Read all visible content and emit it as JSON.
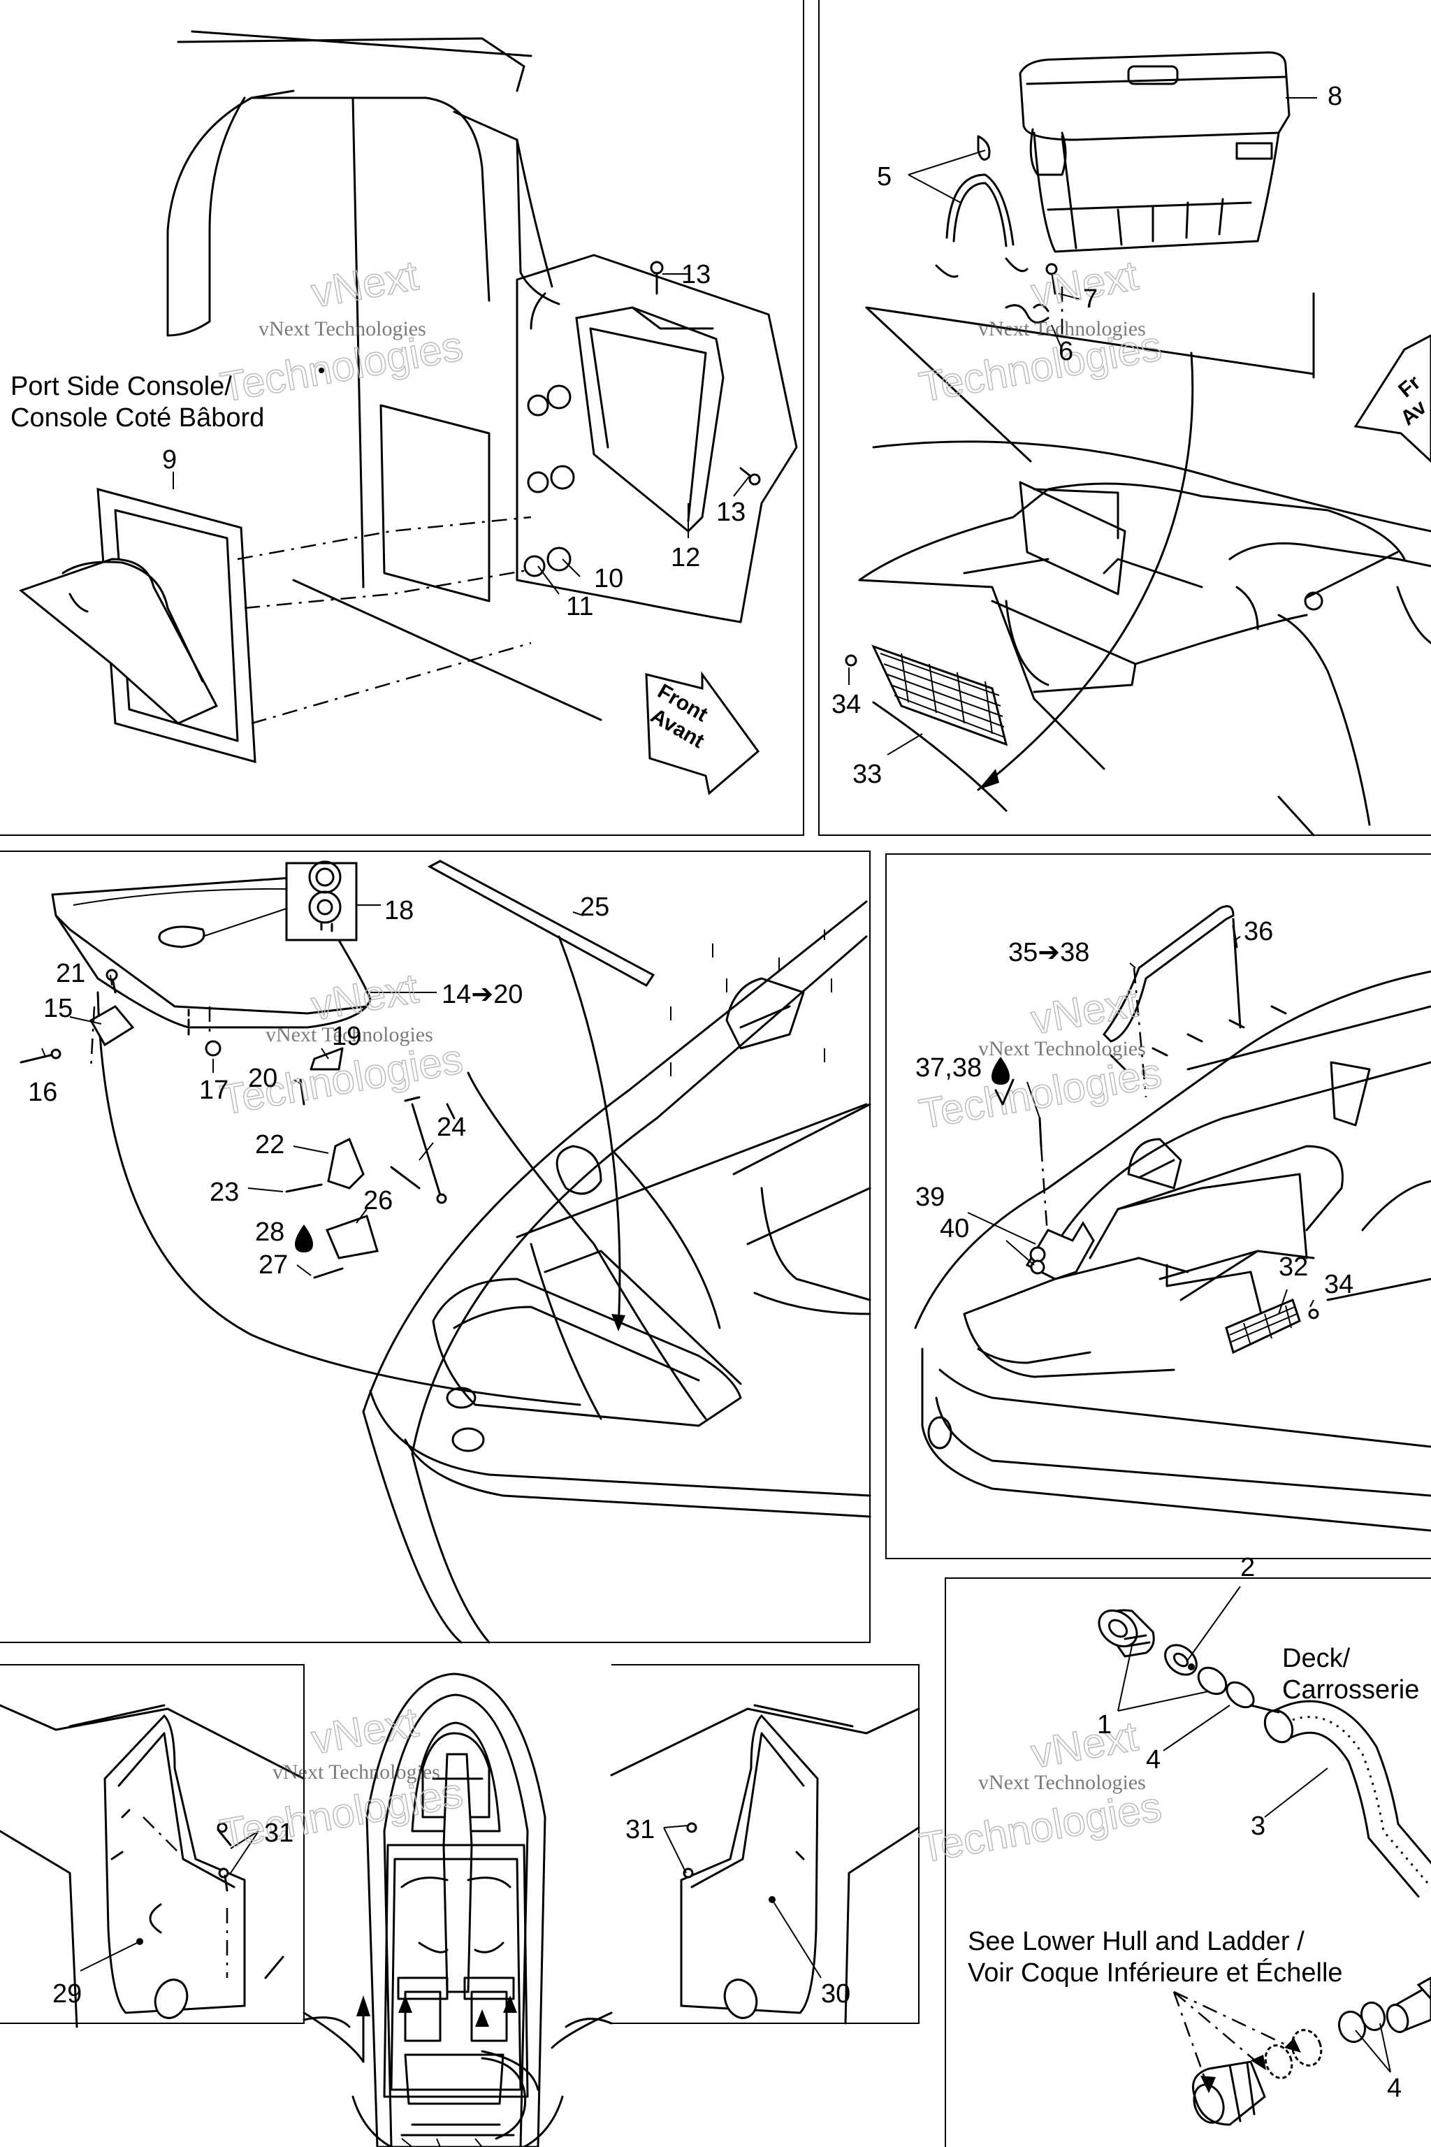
{
  "labels": {
    "l1": "1",
    "l2": "2",
    "l3": "3",
    "l4a": "4",
    "l4b": "4",
    "l5": "5",
    "l6": "6",
    "l7": "7",
    "l8": "8",
    "l9": "9",
    "l10": "10",
    "l11": "11",
    "l12": "12",
    "l13a": "13",
    "l13b": "13",
    "l14": "14➔20",
    "l15": "15",
    "l16": "16",
    "l17": "17",
    "l18": "18",
    "l19": "19",
    "l20": "20",
    "l21": "21",
    "l22": "22",
    "l23": "23",
    "l24": "24",
    "l25": "25",
    "l26": "26",
    "l27": "27",
    "l28": "28",
    "l29": "29",
    "l30": "30",
    "l31a": "31",
    "l31b": "31",
    "l32": "32",
    "l33": "33",
    "l34a": "34",
    "l34b": "34",
    "l35": "35➔38",
    "l36": "36",
    "l37": "37,38",
    "l39": "39",
    "l40": "40"
  },
  "captions": {
    "port_line1": "Port Side Console/",
    "port_line2": "Console Coté Bâbord",
    "deck_line1": "Deck/",
    "deck_line2": "Carrosserie",
    "see_line1": "See Lower Hull and Ladder /",
    "see_line2": "Voir Coque Inférieure et Échelle"
  },
  "front_arrow": {
    "line1": "Front",
    "line2": "Avant"
  },
  "watermark": {
    "brand": "vNext",
    "sub": "Technologies",
    "full": "vNext Technologies"
  }
}
